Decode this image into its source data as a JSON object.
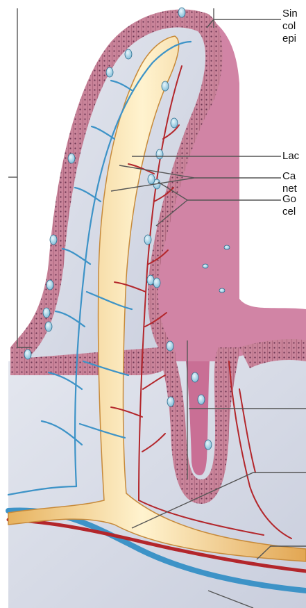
{
  "labels": {
    "simple_columnar": [
      "Sin",
      "col",
      "epi"
    ],
    "lacteal": "Lac",
    "capillary_network": [
      "Ca",
      "net"
    ],
    "goblet_cells": [
      "Go",
      "cel"
    ]
  },
  "colors": {
    "epithelium": "#c9849a",
    "epithelium_dark": "#9a4f6a",
    "lamina_propria": "#d7dbe6",
    "crypt_interior": "#c96f95",
    "lacteal": "#f2d28a",
    "lacteal_core": "#fff3cf",
    "artery": "#b3262b",
    "vein": "#3d93c7",
    "goblet": "#a9d6ea",
    "nucleus": "#2a2140",
    "leader_line": "#555555"
  }
}
